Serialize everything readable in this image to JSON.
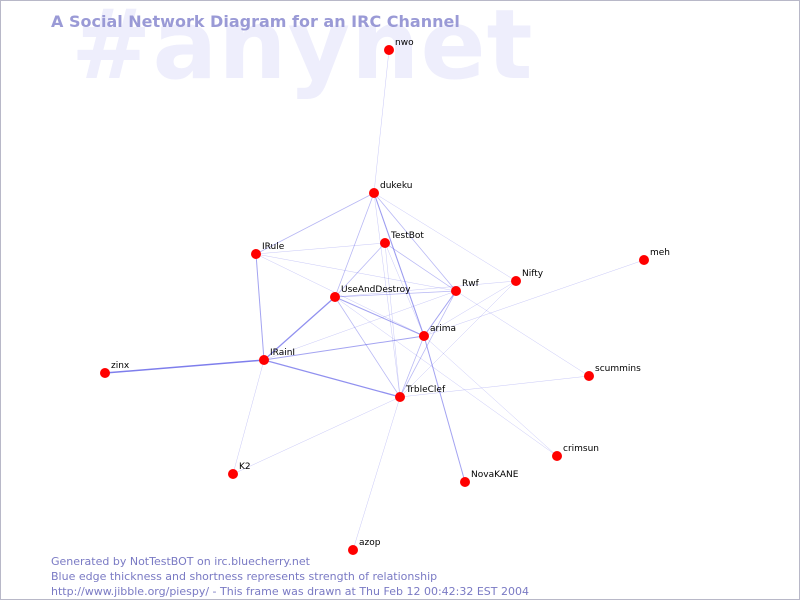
{
  "watermark": "#anynet",
  "title": "A Social Network Diagram for an IRC Channel",
  "footer": {
    "line1": "Generated by NotTestBOT on irc.bluecherry.net",
    "line2": "Blue edge thickness and shortness represents strength of relationship",
    "line3": "http://www.jibble.org/piespy/ - This frame was drawn at Thu Feb 12 00:42:32 EST 2004"
  },
  "colors": {
    "node": "#ff0000",
    "edge": "#5555e6",
    "title": "#9a9ad6",
    "watermark": "#eeeefc"
  },
  "nodes": [
    {
      "id": "nwo",
      "label": "nwo"
    },
    {
      "id": "dukeku",
      "label": "dukeku"
    },
    {
      "id": "TestBot",
      "label": "TestBot"
    },
    {
      "id": "IRule",
      "label": "IRule"
    },
    {
      "id": "meh",
      "label": "meh"
    },
    {
      "id": "Nifty",
      "label": "Nifty"
    },
    {
      "id": "Rwf",
      "label": "Rwf"
    },
    {
      "id": "UseAndDestroy",
      "label": "UseAndDestroy"
    },
    {
      "id": "arima",
      "label": "arima"
    },
    {
      "id": "IRainI",
      "label": "IRainI"
    },
    {
      "id": "zinx",
      "label": "zinx"
    },
    {
      "id": "scummins",
      "label": "scummins"
    },
    {
      "id": "TrbleClef",
      "label": "TrbleClef"
    },
    {
      "id": "crimsun",
      "label": "crimsun"
    },
    {
      "id": "K2",
      "label": "K2"
    },
    {
      "id": "NovaKANE",
      "label": "NovaKANE"
    },
    {
      "id": "azop",
      "label": "azop"
    }
  ],
  "edges": [
    {
      "from": "IRainI",
      "to": "zinx",
      "strength": 3
    },
    {
      "from": "IRainI",
      "to": "UseAndDestroy",
      "strength": 2.5
    },
    {
      "from": "IRainI",
      "to": "TrbleClef",
      "strength": 2.5
    },
    {
      "from": "IRainI",
      "to": "arima",
      "strength": 2
    },
    {
      "from": "IRainI",
      "to": "IRule",
      "strength": 2
    },
    {
      "from": "IRainI",
      "to": "K2",
      "strength": 1
    },
    {
      "from": "IRainI",
      "to": "Rwf",
      "strength": 1
    },
    {
      "from": "dukeku",
      "to": "arima",
      "strength": 2.2
    },
    {
      "from": "dukeku",
      "to": "IRule",
      "strength": 1.5
    },
    {
      "from": "dukeku",
      "to": "Rwf",
      "strength": 1.5
    },
    {
      "from": "dukeku",
      "to": "UseAndDestroy",
      "strength": 1.5
    },
    {
      "from": "dukeku",
      "to": "nwo",
      "strength": 1
    },
    {
      "from": "dukeku",
      "to": "TrbleClef",
      "strength": 1
    },
    {
      "from": "dukeku",
      "to": "Nifty",
      "strength": 1
    },
    {
      "from": "TestBot",
      "to": "Rwf",
      "strength": 1.5
    },
    {
      "from": "TestBot",
      "to": "IRule",
      "strength": 1
    },
    {
      "from": "TestBot",
      "to": "UseAndDestroy",
      "strength": 1.5
    },
    {
      "from": "TestBot",
      "to": "arima",
      "strength": 1
    },
    {
      "from": "TestBot",
      "to": "TrbleClef",
      "strength": 1
    },
    {
      "from": "IRule",
      "to": "arima",
      "strength": 1
    },
    {
      "from": "IRule",
      "to": "Rwf",
      "strength": 1
    },
    {
      "from": "UseAndDestroy",
      "to": "Rwf",
      "strength": 1.5
    },
    {
      "from": "UseAndDestroy",
      "to": "arima",
      "strength": 2
    },
    {
      "from": "UseAndDestroy",
      "to": "TrbleClef",
      "strength": 1.5
    },
    {
      "from": "UseAndDestroy",
      "to": "Nifty",
      "strength": 1
    },
    {
      "from": "UseAndDestroy",
      "to": "crimsun",
      "strength": 1
    },
    {
      "from": "Rwf",
      "to": "arima",
      "strength": 2
    },
    {
      "from": "Rwf",
      "to": "TrbleClef",
      "strength": 1.5
    },
    {
      "from": "Rwf",
      "to": "scummins",
      "strength": 1
    },
    {
      "from": "Nifty",
      "to": "arima",
      "strength": 1
    },
    {
      "from": "Nifty",
      "to": "TrbleClef",
      "strength": 1
    },
    {
      "from": "meh",
      "to": "arima",
      "strength": 1
    },
    {
      "from": "arima",
      "to": "TrbleClef",
      "strength": 1.5
    },
    {
      "from": "arima",
      "to": "NovaKANE",
      "strength": 2
    },
    {
      "from": "arima",
      "to": "crimsun",
      "strength": 1
    },
    {
      "from": "TrbleClef",
      "to": "scummins",
      "strength": 1
    },
    {
      "from": "TrbleClef",
      "to": "K2",
      "strength": 1
    },
    {
      "from": "TrbleClef",
      "to": "azop",
      "strength": 1
    }
  ]
}
